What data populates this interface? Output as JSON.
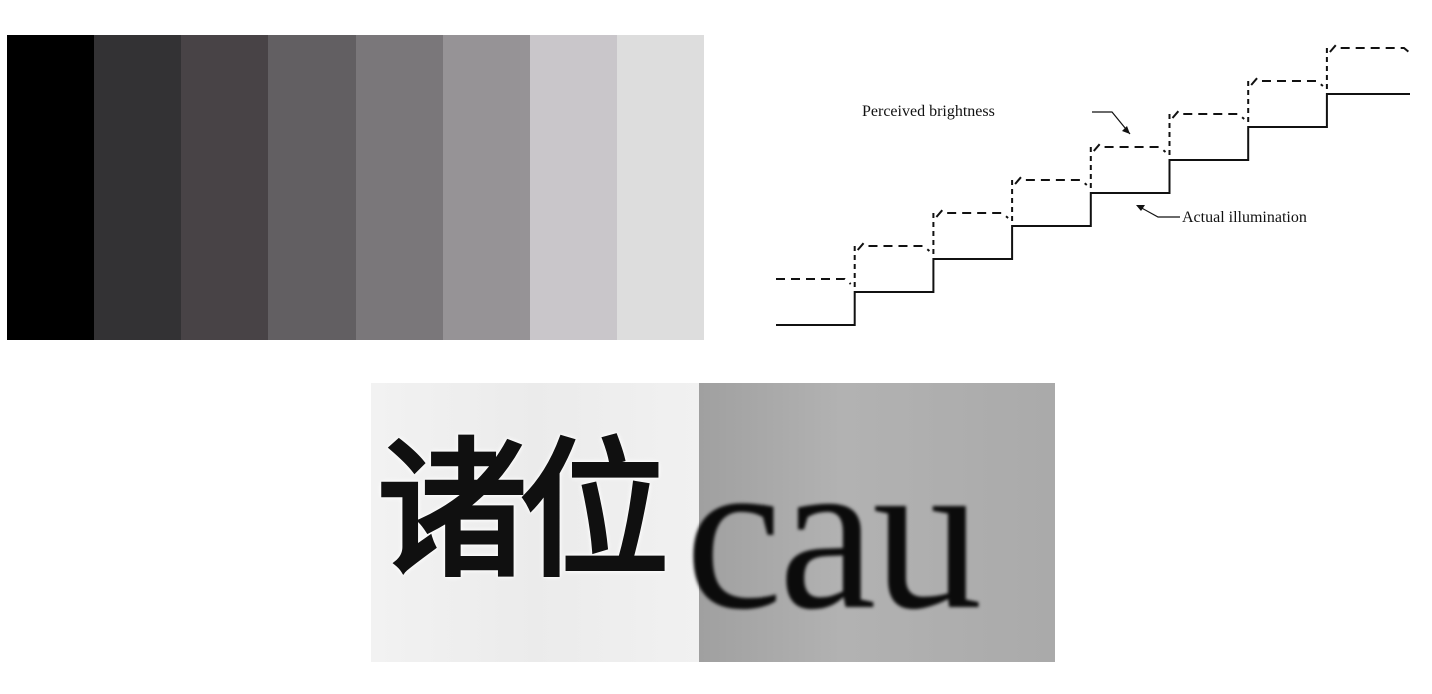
{
  "gray_bands": {
    "colors": [
      "#000000",
      "#333234",
      "#484346",
      "#625f62",
      "#7a777a",
      "#969396",
      "#c9c6ca",
      "#dddddd"
    ]
  },
  "staircase": {
    "label_perceived": "Perceived brightness",
    "label_actual": "Actual illumination",
    "step_count": 8
  },
  "text_crop": {
    "cjk_text": "诸位",
    "latin_text": "cau"
  }
}
